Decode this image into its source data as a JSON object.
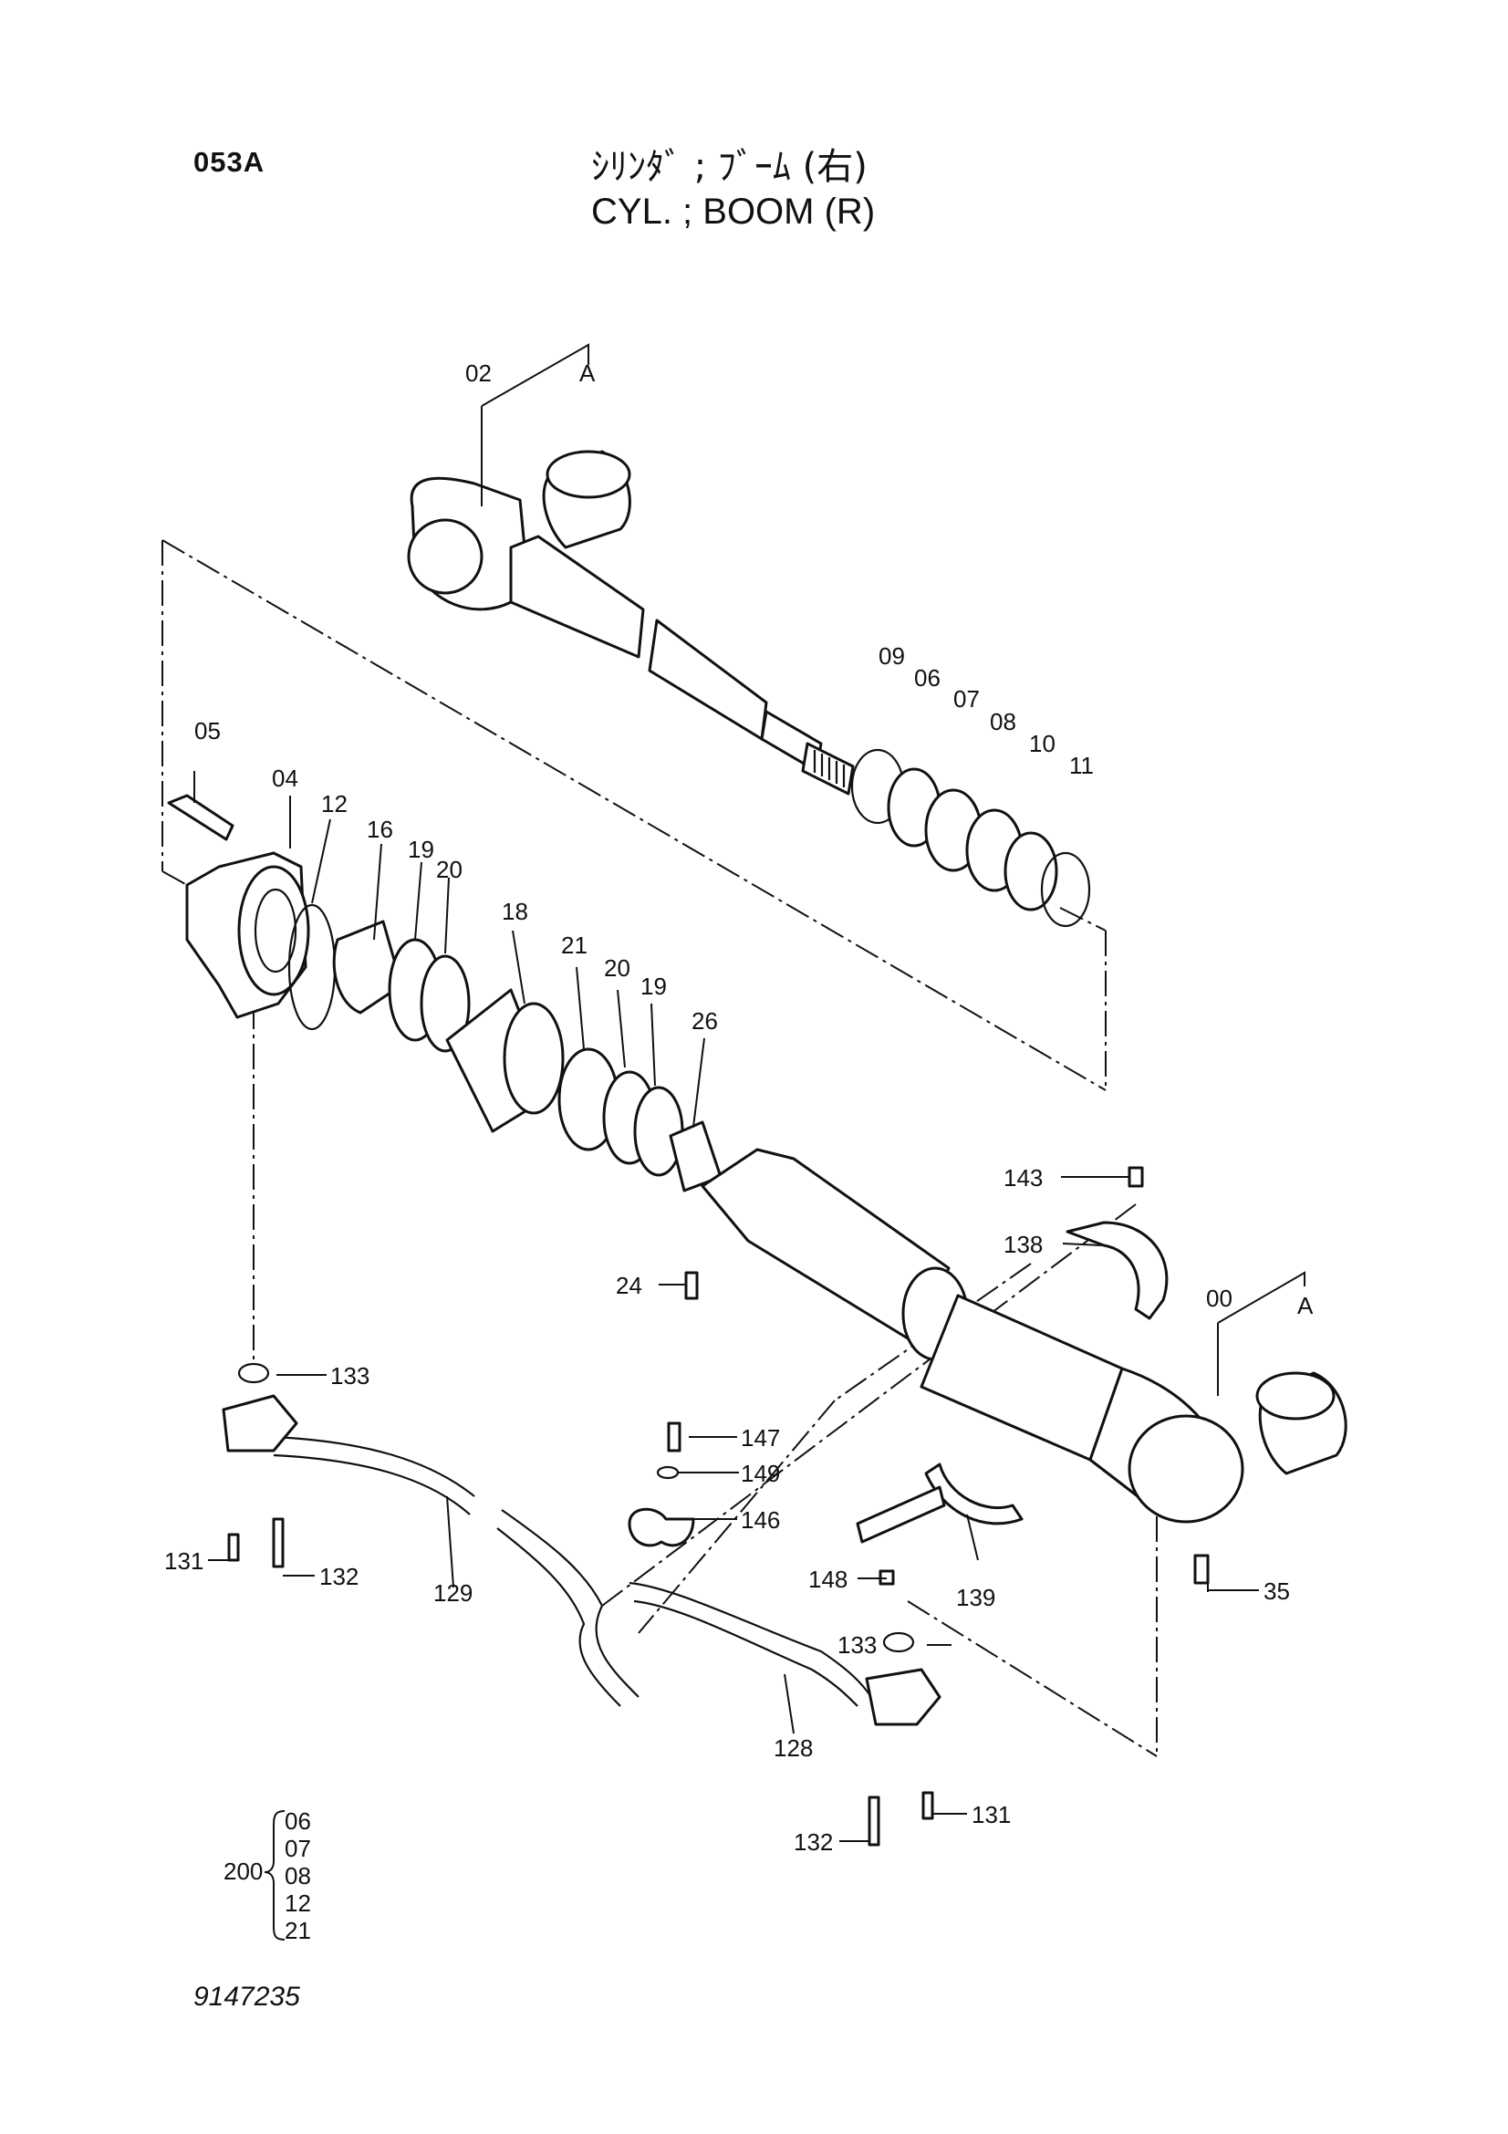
{
  "header": {
    "page_code": "053A",
    "title_jp": "ｼﾘﾝﾀﾞ ; ﾌﾞｰﾑ (右)",
    "title_en": "CYL. ; BOOM (R)"
  },
  "footer": {
    "part_number": "9147235"
  },
  "callouts": {
    "c00": "00",
    "c02": "02",
    "cA1": "A",
    "cA2": "A",
    "c04": "04",
    "c05": "05",
    "c06": "06",
    "c07": "07",
    "c08": "08",
    "c09": "09",
    "c10": "10",
    "c11": "11",
    "c12": "12",
    "c16": "16",
    "c18": "18",
    "c19a": "19",
    "c19b": "19",
    "c20a": "20",
    "c20b": "20",
    "c21": "21",
    "c24": "24",
    "c26": "26",
    "c35": "35",
    "c128": "128",
    "c129": "129",
    "c131a": "131",
    "c131b": "131",
    "c132a": "132",
    "c132b": "132",
    "c133a": "133",
    "c133b": "133",
    "c138": "138",
    "c139": "139",
    "c143": "143",
    "c146": "146",
    "c147": "147",
    "c148": "148",
    "c149": "149"
  },
  "kit": {
    "number": "200",
    "items": [
      "06",
      "07",
      "08",
      "12",
      "21"
    ]
  }
}
